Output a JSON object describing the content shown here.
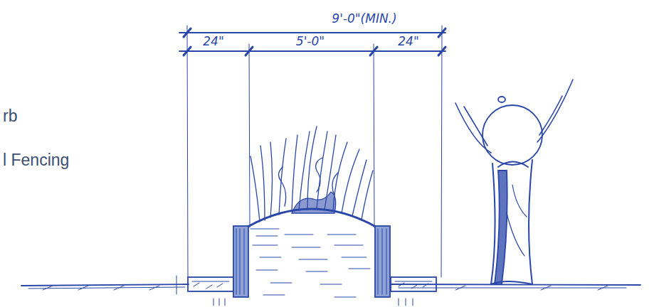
{
  "diagram": {
    "labels": [
      "9'-0\"(MIN.)",
      "24\"",
      "5'-0\"",
      "24\"",
      "rb",
      "l Fencing"
    ]
  }
}
